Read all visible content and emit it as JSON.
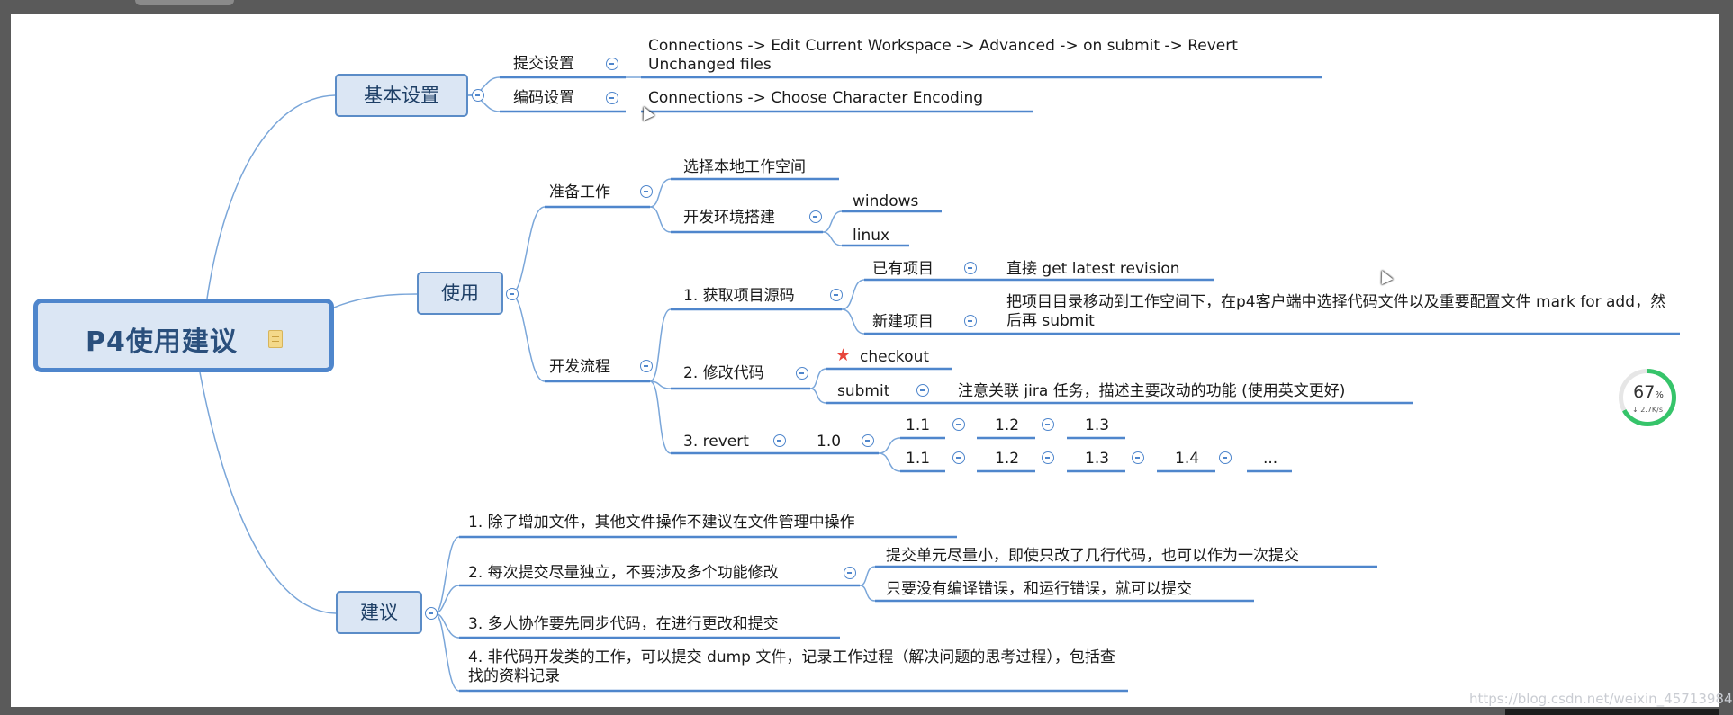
{
  "root": {
    "title": "P4使用建议",
    "icon": "note-icon"
  },
  "branches": {
    "basic_settings": {
      "label": "基本设置",
      "submit": {
        "label": "提交设置",
        "value_line1": "Connections -> Edit Current Workspace -> Advanced -> on submit -> Revert",
        "value_line2": "Unchanged files"
      },
      "encoding": {
        "label": "编码设置",
        "value": "Connections -> Choose Character Encoding"
      }
    },
    "usage": {
      "label": "使用",
      "prep": {
        "label": "准备工作",
        "workspace": "选择本地工作空间",
        "env": {
          "label": "开发环境搭建",
          "windows": "windows",
          "linux": "linux"
        }
      },
      "flow": {
        "label": "开发流程",
        "get_source": {
          "label": "1. 获取项目源码",
          "existing": {
            "label": "已有项目",
            "value": "直接 get latest revision"
          },
          "new": {
            "label": "新建项目",
            "value": "把项目目录移动到工作空间下，在p4客户端中选择代码文件以及重要配置文件 mark for add，然后再 submit"
          }
        },
        "modify": {
          "label": "2. 修改代码",
          "checkout": "checkout",
          "submit": {
            "label": "submit",
            "value": "注意关联 jira 任务，描述主要改动的功能 (使用英文更好)"
          }
        },
        "revert": {
          "label": "3. revert",
          "v10": "1.0",
          "row1": [
            "1.1",
            "1.2",
            "1.3"
          ],
          "row2": [
            "1.1",
            "1.2",
            "1.3",
            "1.4",
            "..."
          ]
        }
      }
    },
    "advice": {
      "label": "建议",
      "a1": "1. 除了增加文件，其他文件操作不建议在文件管理中操作",
      "a2": {
        "label": "2. 每次提交尽量独立，不要涉及多个功能修改",
        "sub1": "提交单元尽量小，即使只改了几行代码，也可以作为一次提交",
        "sub2": "只要没有编译错误，和运行错误，就可以提交"
      },
      "a3": "3. 多人协作要先同步代码，在进行更改和提交",
      "a4": "4. 非代码开发类的工作，可以提交 dump 文件，记录工作过程（解决问题的思考过程），包括查找的资料记录"
    }
  },
  "badge": {
    "value": "67",
    "unit": "%",
    "speed": "↓ 2.7K/s"
  },
  "watermark": "https://blog.csdn.net/weixin_45713984",
  "colors": {
    "line": "#7aa6d9",
    "underline": "#4f86cc",
    "box_fill": "#dbe6f4",
    "box_border": "#5b8cc7",
    "root_text": "#2a4f7c"
  }
}
